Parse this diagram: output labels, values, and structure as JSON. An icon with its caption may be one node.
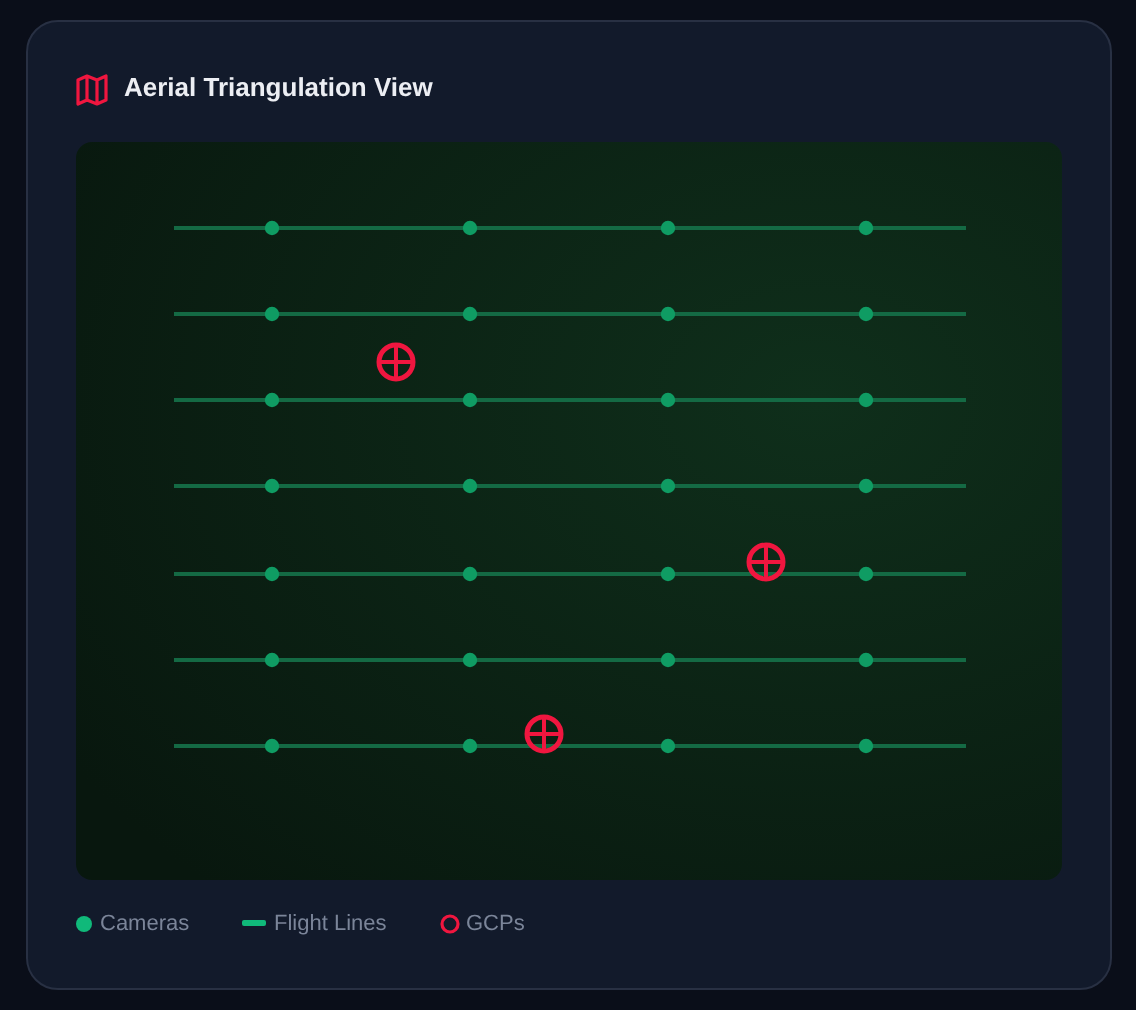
{
  "diagram": {
    "title": "Aerial Triangulation View",
    "legend": [
      {
        "text": "Cameras",
        "color": "#10b97a"
      },
      {
        "text": "Flight Lines"
      },
      {
        "text": "GCPs"
      }
    ]
  }
}
